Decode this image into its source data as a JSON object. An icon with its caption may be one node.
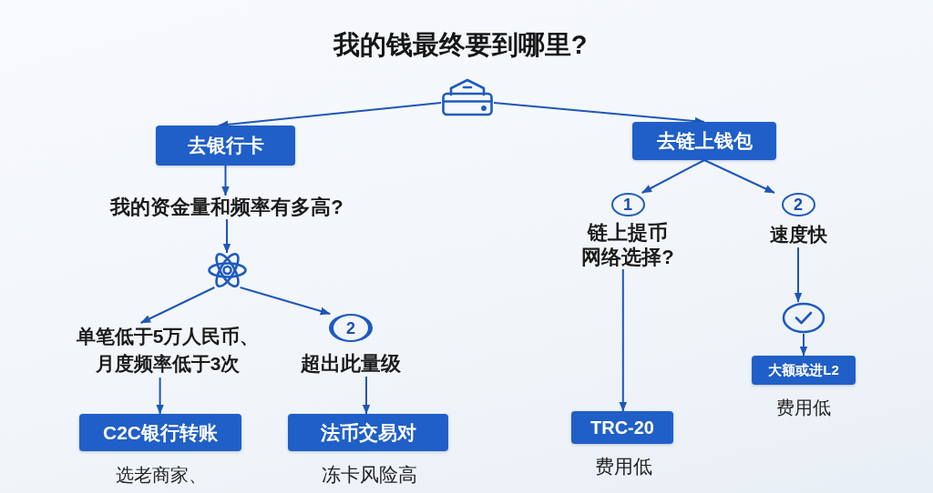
{
  "diagram": {
    "title": "我的钱最终要到哪里?",
    "nodes": [
      {
        "text": [],
        "shape": "picture"
      },
      {
        "text": [
          "去银行卡"
        ]
      },
      {
        "text": [
          "去链上钱包"
        ]
      },
      {
        "text": [
          "我的资金量和频率有多高?"
        ]
      },
      {
        "text": [],
        "shape": "picture"
      },
      {
        "text": [
          "单笔低于5万人民币、月度频率低于3次"
        ]
      },
      {
        "text": [
          "2",
          "超出此量级"
        ]
      },
      {
        "text": [
          "C2C银行转账"
        ],
        "beside": [
          "选老商家、"
        ]
      },
      {
        "text": [
          "法币交易对"
        ],
        "beside": [
          "冻卡风险高"
        ]
      },
      {
        "text": [
          "1",
          "链上提币网络选择?"
        ]
      },
      {
        "text": [
          "2",
          "速度快"
        ]
      },
      {
        "text": [],
        "shape": "circle"
      },
      {
        "text": [
          "TRC-20"
        ],
        "beside": [
          "费用低"
        ]
      },
      {
        "text": [
          "大额或进L2"
        ],
        "beside": [
          "费用低"
        ]
      }
    ],
    "edges": [
      {
        "from": 0,
        "to": 1,
        "arrow": "to"
      },
      {
        "from": 0,
        "to": 2,
        "arrow": "to"
      },
      {
        "from": 1,
        "to": 3,
        "arrow": "to"
      },
      {
        "from": 3,
        "to": 4,
        "arrow": "to"
      },
      {
        "from": 4,
        "to": 5,
        "arrow": "to"
      },
      {
        "from": 4,
        "to": 6,
        "arrow": "to"
      },
      {
        "from": 5,
        "to": 7,
        "arrow": "to"
      },
      {
        "from": 6,
        "to": 8,
        "arrow": "to"
      },
      {
        "from": 2,
        "to": 9,
        "arrow": "to"
      },
      {
        "from": 2,
        "to": 10,
        "arrow": "to"
      },
      {
        "from": 9,
        "to": 12,
        "arrow": "to"
      },
      {
        "from": 10,
        "to": 11,
        "arrow": "to"
      },
      {
        "from": 11,
        "to": 13,
        "arrow": "to"
      }
    ]
  }
}
